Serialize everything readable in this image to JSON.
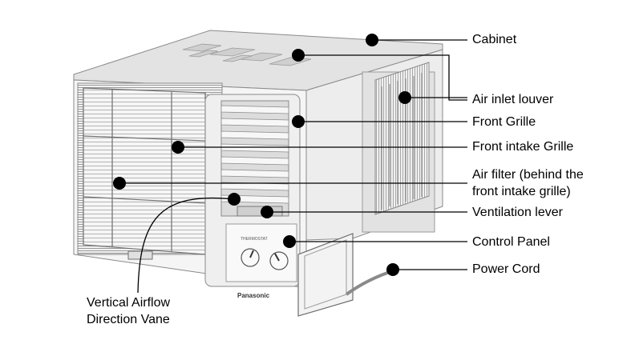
{
  "diagram": {
    "labels": {
      "cabinet": "Cabinet",
      "air_inlet_louver": "Air inlet louver",
      "front_grille": "Front Grille",
      "front_intake_grille": "Front intake Grille",
      "air_filter_line1": "Air filter (behind the",
      "air_filter_line2": "front intake grille)",
      "ventilation_lever": "Ventilation lever",
      "control_panel": "Control Panel",
      "power_cord": "Power Cord",
      "vertical_airflow_line1": "Vertical Airflow",
      "vertical_airflow_line2": "Direction Vane"
    },
    "brand": "Panasonic",
    "panel_caption": "THERMOSTAT",
    "colors": {
      "line": "#000000",
      "cabinet_top": "#e6e6e6",
      "cabinet_front": "#f4f4f4",
      "cabinet_side": "#ececec",
      "grille": "#c8c8c8"
    }
  }
}
